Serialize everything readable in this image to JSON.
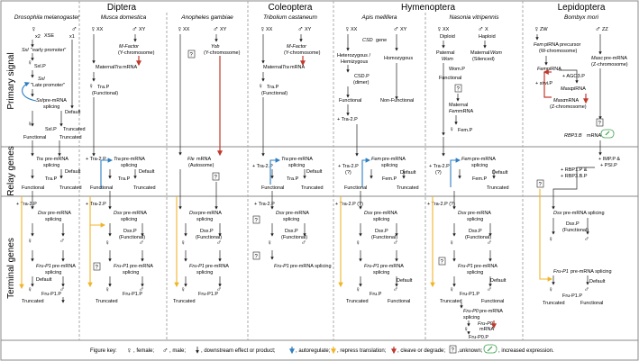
{
  "orders": [
    "Diptera",
    "Coleoptera",
    "Hymenoptera",
    "Lepidoptera"
  ],
  "species": [
    "Drosophila melanogaster",
    "Musca domestica",
    "Anopheles gambiae",
    "Tribolium castaneum",
    "Apis mellifera",
    "Nasonia vitripennis",
    "Bombyx mori"
  ],
  "row_labels": [
    "Primary signal",
    "Relay genes",
    "Terminal genes"
  ],
  "female_sym": "♀",
  "male_sym": "♂",
  "unk": "?",
  "dm": {
    "xx": "x2",
    "xsetext": "XSE",
    "x1": "x1",
    "early": "\"early promoter\"",
    "sxl": "Sxl",
    "sxlp": "Sxl.P",
    "late": "\"Late promoter\"",
    "sxlpre": "pre-mRNA",
    "splicing": "splicing",
    "default": "Default",
    "functional": "Functional",
    "truncated": "Truncated",
    "tra": "pre-mRNA",
    "tra_gene": "Tra",
    "trap": "Tra.P",
    "plustra2": "+ Tra-2.P",
    "dsx": "pre-mRNA",
    "dsx_gene": "Dsx",
    "dsxsplicing": "splicing",
    "fru": "pre-mRNA",
    "fru_gene": "Fru-P1",
    "frup": "Fru-P1.P"
  },
  "md": {
    "xx": "XX",
    "xy": "XY",
    "mfactor": "M-Factor",
    "ychrom": "(Y-chromosome)",
    "maternal": "Maternal",
    "tramrna": "mRNA",
    "tra_gene": "Tra",
    "trap": "Tra.P",
    "functional_paren": "(Functional)",
    "plustra2": "+ Tra-2.P",
    "tra_pre": "pre-mRNA",
    "splicing": "splicing",
    "functional": "Functional",
    "default": "Default",
    "truncated": "Truncated",
    "dsx_gene": "Dsx",
    "dsx_pre": "pre-mRNA",
    "dsxp": "Dsx.P",
    "dsxfun": "(Functional)",
    "fru_gene": "Fru-P1",
    "fru_pre": "pre-mRNA",
    "frup": "Fru-P1.P"
  },
  "ag": {
    "xx": "XX",
    "xy": "XY",
    "yob": "Yob",
    "ychrom": "(Y-chromosome)",
    "fle_gene": "Fle",
    "fle": "mRNA",
    "auto": "(Autosome)",
    "dsx_gene": "Dsx",
    "dsx_pre": "pre-mRNA",
    "splicing": "splicing",
    "dsxp": "Dsx.P",
    "dsxfun": "(Functional)",
    "fru_gene": "Fru-P1",
    "fru_pre": "pre-mRNA",
    "frup": "Fru-P1.P",
    "truncated": "Truncated"
  },
  "tc": {
    "xx": "XX",
    "xy": "XY",
    "mfactor": "M-Factor",
    "ychrom": "(Y-chromosome)",
    "maternal": "Maternal",
    "tramrna": "mRNA",
    "tra_gene": "Tra",
    "trap": "Tra.P",
    "functional_paren": "(Functional)",
    "plustra2": "+ Tra-2.P",
    "tra_pre": "pre-mRNA",
    "splicing": "splicing",
    "functional": "Functional",
    "default": "Default",
    "truncated": "Truncated",
    "dsx_gene": "Dsx",
    "dsx_pre": "pre-mRNA",
    "dsxp": "Dsx.P",
    "dsxfun": "(Functional)",
    "fru_gene": "Fru-P1",
    "fru_pre": "pre-mRNA splicing"
  },
  "am": {
    "xx": "XX",
    "xy": "XY",
    "csd_gene": "CSD",
    "csd": "gene",
    "hetero": "Heterozygous /",
    "hemi": "Hemizygous",
    "homo": "Homozygous",
    "csdp": "CSD.P",
    "dimer": "(dimer)",
    "functional": "Functional",
    "nonfunctional": "Non-Functional",
    "plustra2": "+ Tra-2.P",
    "fem_gene": "Fem",
    "fem_pre": "pre-mRNA",
    "splicing": "splicing",
    "tra2q": "+ Tra-2.P",
    "qmark": "(?)",
    "default": "Default",
    "femp": "Fem.P",
    "truncated": "Truncated",
    "plustra2q": "+ Tra-2.P (?)",
    "dsx_gene": "Dsx",
    "dsx_pre": "pre-mRNA",
    "dsxp": "Dsx.P",
    "dsxfun": "(Functional)",
    "fru_gene": "Fru-P1",
    "fru_pre": "pre-mRNA",
    "frup": "Fru.P",
    "default2": "Default",
    "functional2": "Functional"
  },
  "nv": {
    "xx": "XX",
    "x": "X",
    "diploid": "Diploid",
    "haploid": "Haploid",
    "paternal": "Paternal",
    "wom": "Wom",
    "maternal": "Maternal",
    "silenced": "(Silenced)",
    "womp": "Wom.P",
    "functional": "Functional",
    "matfem": "Maternal",
    "femmrna": "mRNA",
    "fem_gene": "Fem",
    "femp": "Fem.P",
    "tra2q": "+ Tra-2.P",
    "qmark": "(?)",
    "fem_pre": "pre-mRNA",
    "splicing": "splicing",
    "default": "Default",
    "truncated": "Truncated",
    "femp2": "Fem.P",
    "plustra2q": "+ Tra-2.P (?)",
    "dsx_gene": "Dsx",
    "dsx_pre": "pre-mRNA",
    "dsxp": "Dsx.P",
    "dsxfun": "(Functional)",
    "fru_gene": "Fru-P1",
    "fru_pre": "pre-mRNA",
    "frup": "Fru-P1.P",
    "default2": "Default",
    "functional2": "Functional",
    "fru0": "Fru-P0",
    "fru0pre": "pre-mRNA",
    "fru0mrna": "Fru-P0",
    "mrna": "mRNA",
    "fru0p": "Fru-P0.P"
  },
  "bm": {
    "zw": "ZW",
    "zz": "ZZ",
    "fem_pirna": "Fem",
    "pirna_pre": "piRNA precursor",
    "wchrom": "(W-chromosome)",
    "masc_gene": "Masc",
    "masc_pre": "pre-mRNA",
    "zchrom": "(Z-chromosome)",
    "agop": "+ AGO3.P",
    "fempirna": "piRNA",
    "sivip": "+ siwi.P",
    "mascpirna": "piRNA",
    "mascmrna": "mRNA",
    "zchrom2": "(Z-chromosome)",
    "rbp3b": "RBP3.B",
    "rbp3b_m": "mRNA",
    "imp": "+ IMP.P &",
    "psi": "+ PSI.P",
    "rbp1": "+ RBP1.P &",
    "rbp3": "+ RBP3.B.P",
    "dsx_gene": "Dsx",
    "dsx_pre": "pre-mRNA splicing",
    "dsxp": "Dsx.P",
    "dsxfun": "(Functional)",
    "fru_gene": "Fru-P1",
    "fru_pre": "pre-mRNA splicing",
    "truncated": "Truncated",
    "frup": "Fru-P1.P",
    "default": "Default",
    "functional": "Functional"
  },
  "key": {
    "title": "Figure key:",
    "female": ", female;",
    "male": ", male;",
    "downstream": ", downstream effect or product;",
    "auto": ", autoregulate;",
    "repress": ", repress translation;",
    "cleave": ", cleave or degrade;",
    "unknown": ",unknown;",
    "increased": ", increased expression."
  },
  "colors": {
    "auto": "#2f7fc2",
    "repress": "#f0b429",
    "cleave": "#c0392b",
    "increase": "#3aa14a",
    "grid": "#888888",
    "text": "#222222"
  }
}
